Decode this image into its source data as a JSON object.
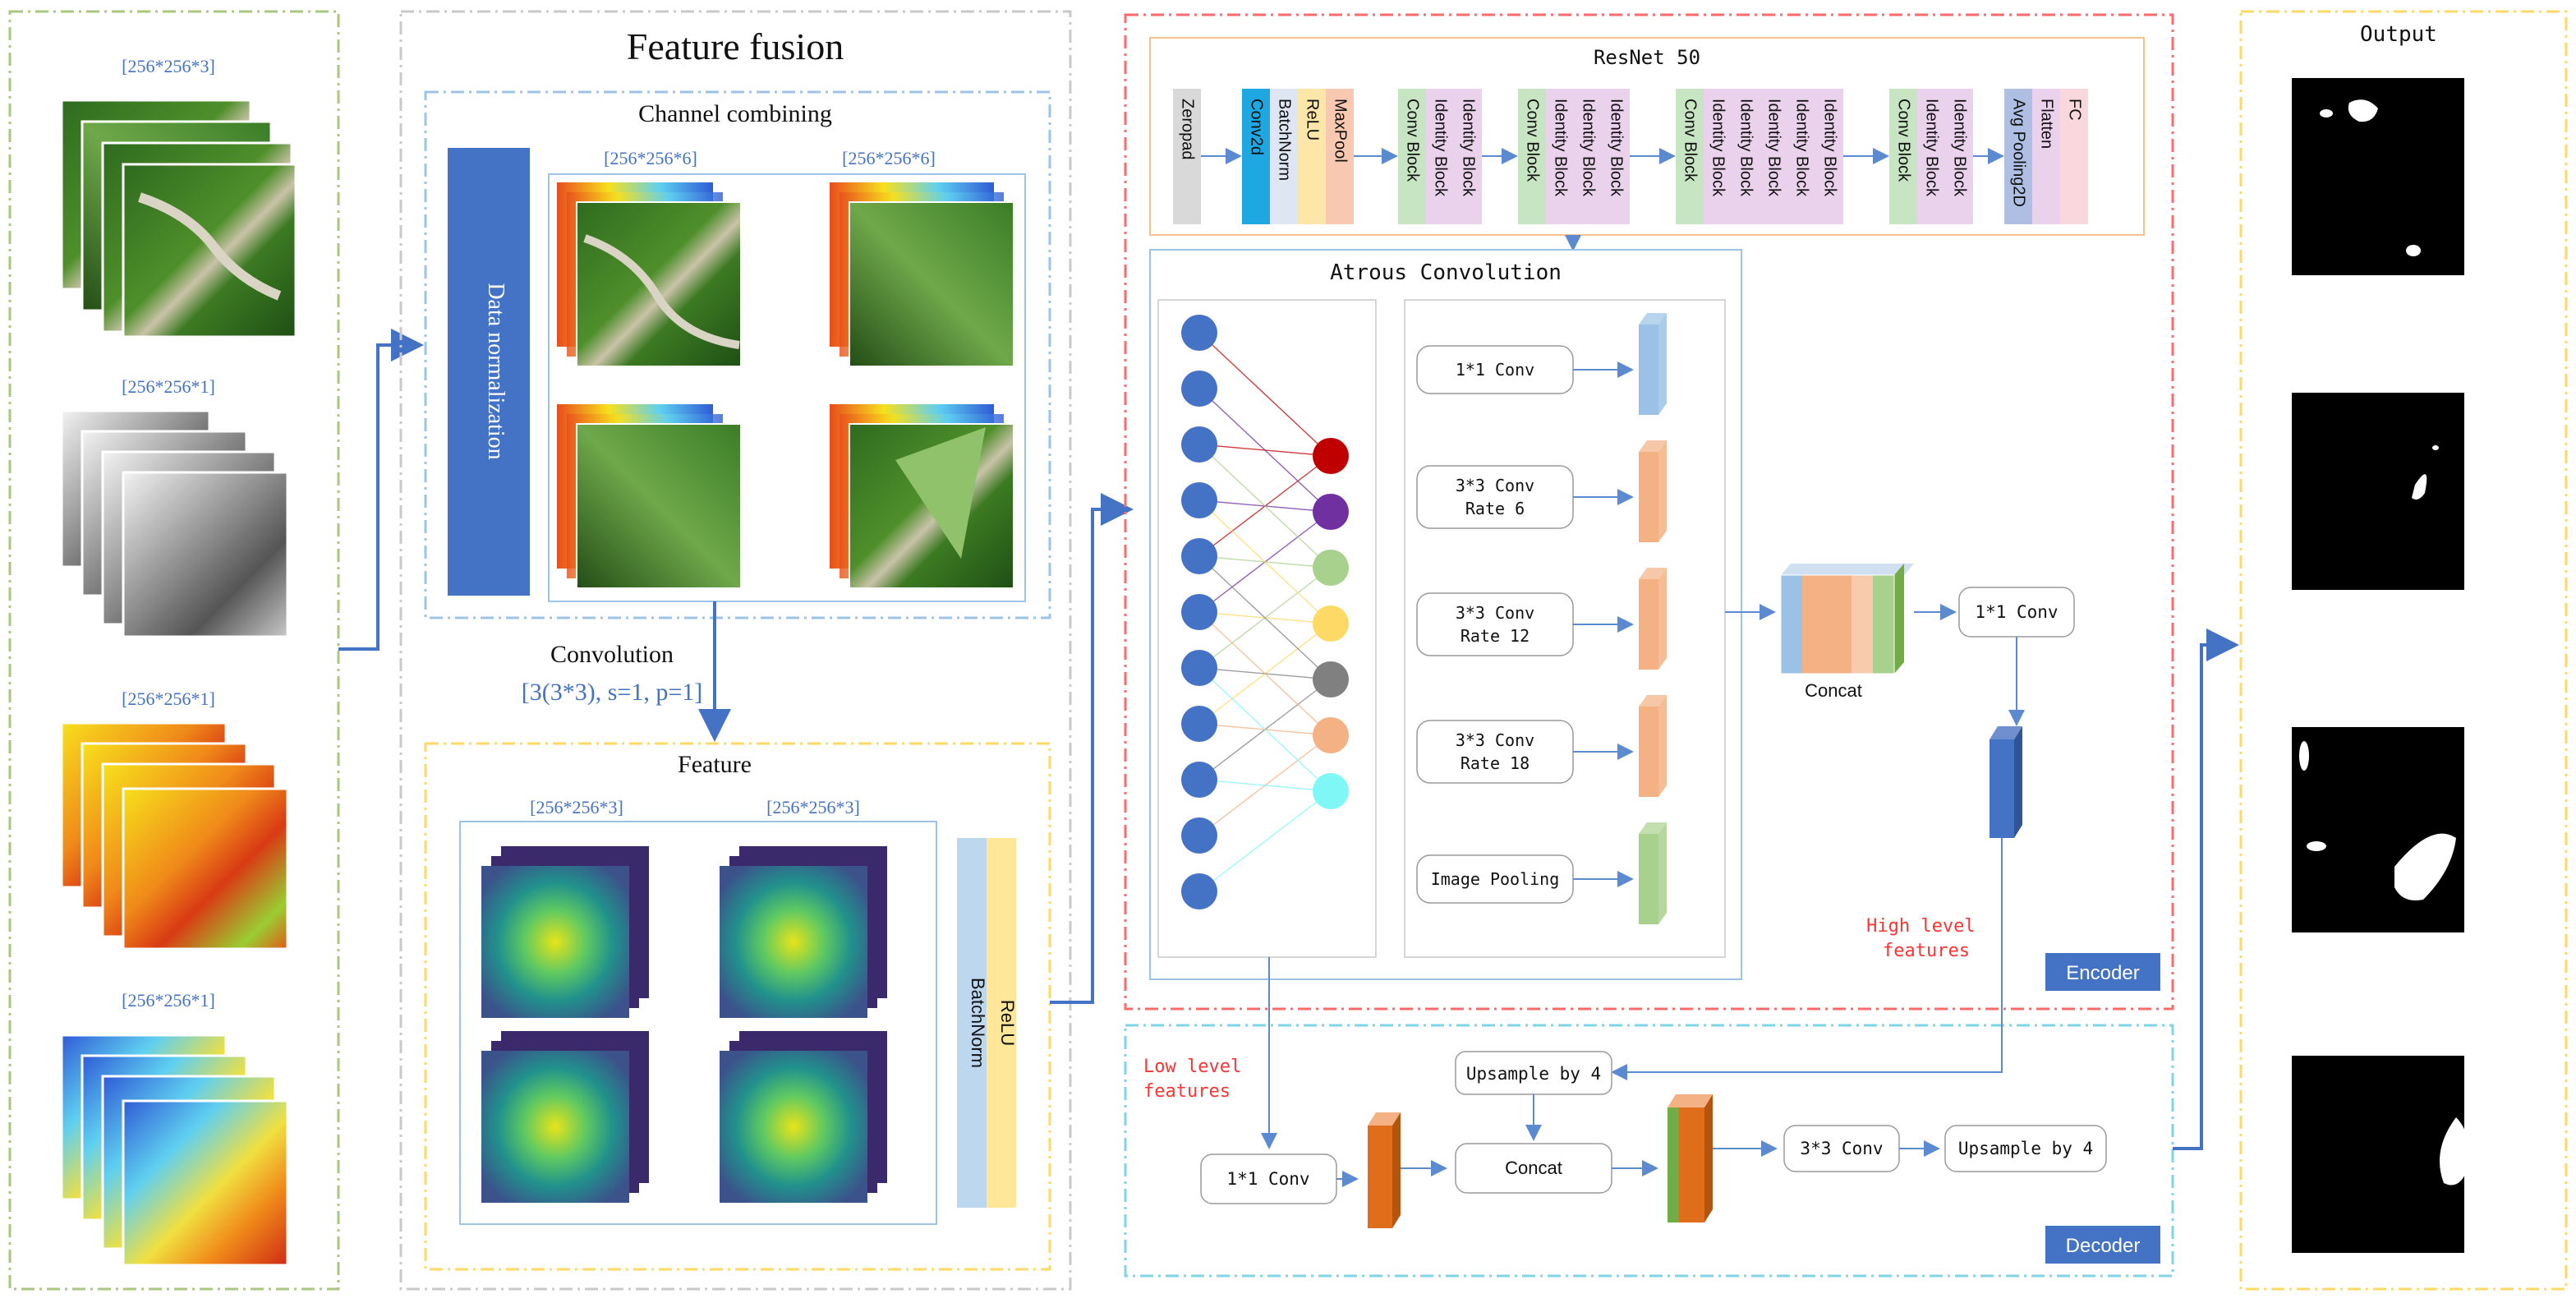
{
  "input": {
    "labels": [
      "[256*256*3]",
      "[256*256*1]",
      "[256*256*1]",
      "[256*256*1]"
    ]
  },
  "fusion": {
    "title": "Feature fusion",
    "channel_title": "Channel combining",
    "data_norm": "Data normalization",
    "combined_label_left": "[256*256*6]",
    "combined_label_right": "[256*256*6]",
    "conv_title": "Convolution",
    "conv_params": "[3(3*3), s=1, p=1]",
    "feature_title": "Feature",
    "feature_label_left": "[256*256*3]",
    "feature_label_right": "[256*256*3]",
    "relu": "ReLU",
    "batchnorm": "BatchNorm"
  },
  "resnet": {
    "title": "ResNet 50",
    "layers": [
      {
        "label": "Zeropad",
        "color": "#d9d9d9"
      },
      {
        "label": "Conv2d",
        "color": "#1ea7e1"
      },
      {
        "label": "BatchNorm",
        "color": "#dfe6f3"
      },
      {
        "label": "ReLU",
        "color": "#fce6a8"
      },
      {
        "label": "MaxPool",
        "color": "#f8c9b0"
      },
      {
        "label": "Conv Block",
        "color": "#c7e5c2"
      },
      {
        "label": "Identity Block",
        "color": "#ead1ec"
      },
      {
        "label": "Identity Block",
        "color": "#ead1ec"
      },
      {
        "label": "Conv Block",
        "color": "#c7e5c2"
      },
      {
        "label": "Identity Block",
        "color": "#ead1ec"
      },
      {
        "label": "Identity Block",
        "color": "#ead1ec"
      },
      {
        "label": "Identity Block",
        "color": "#ead1ec"
      },
      {
        "label": "Conv Block",
        "color": "#c7e5c2"
      },
      {
        "label": "Identity Block",
        "color": "#ead1ec"
      },
      {
        "label": "Identity Block",
        "color": "#ead1ec"
      },
      {
        "label": "Identity Block",
        "color": "#ead1ec"
      },
      {
        "label": "Identity Block",
        "color": "#ead1ec"
      },
      {
        "label": "Identity Block",
        "color": "#ead1ec"
      },
      {
        "label": "Conv Block",
        "color": "#c7e5c2"
      },
      {
        "label": "Identity Block",
        "color": "#ead1ec"
      },
      {
        "label": "Identity Block",
        "color": "#ead1ec"
      },
      {
        "label": "Avg Pooling2D",
        "color": "#aebfe3"
      },
      {
        "label": "Flatten",
        "color": "#ead1ec"
      },
      {
        "label": "FC",
        "color": "#f8d8dc"
      }
    ]
  },
  "aspp": {
    "title": "Atrous Convolution",
    "branches": [
      {
        "label": "1*1 Conv",
        "color": "#9bc2e6"
      },
      {
        "label": "3*3 Conv\nRate 6",
        "color": "#f4b183"
      },
      {
        "label": "3*3 Conv\nRate 12",
        "color": "#f4b183"
      },
      {
        "label": "3*3 Conv\nRate 18",
        "color": "#f4b183"
      },
      {
        "label": "Image Pooling",
        "color": "#a9d18e"
      }
    ],
    "output_node_colors": [
      "#c00000",
      "#7030a0",
      "#a9d18e",
      "#ffd966",
      "#808080",
      "#f4b183",
      "#7ff7f7"
    ],
    "concat": "Concat",
    "conv1x1": "1*1 Conv",
    "high_level": "High level\nfeatures",
    "encoder": "Encoder"
  },
  "decoder": {
    "low_level": "Low level\nfeatures",
    "conv1x1": "1*1 Conv",
    "upsample_top": "Upsample by 4",
    "concat": "Concat",
    "conv3x3": "3*3 Conv",
    "upsample_out": "Upsample by 4",
    "label": "Decoder"
  },
  "output": {
    "title": "Output"
  }
}
